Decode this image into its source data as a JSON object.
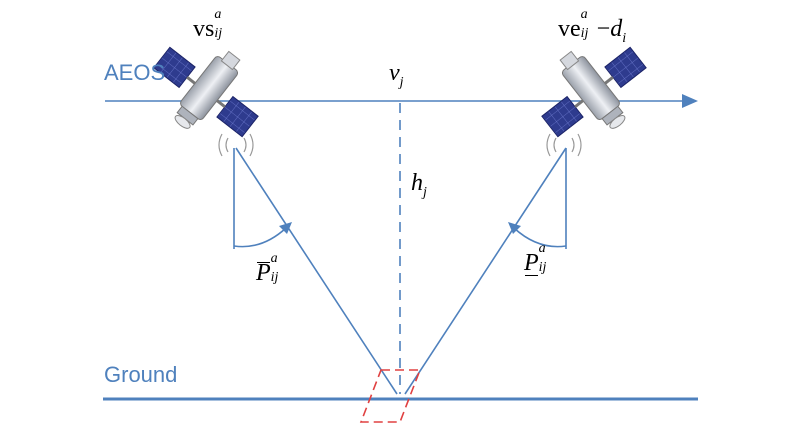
{
  "diagram": {
    "colors": {
      "line": "#4F81BD",
      "ground": "#4F81BD",
      "ground_label": "#4F81BD",
      "aeos_label": "#4F81BD",
      "target": "#E04040",
      "text": "#000000",
      "panel": "#2E3B8E",
      "body": "#C8CCD4"
    },
    "labels": {
      "aeos": "AEOS",
      "ground": "Ground",
      "velocity": "v",
      "velocity_sub": "j",
      "height": "h",
      "height_sub": "j",
      "start_pre": "vs",
      "start_sup": "a",
      "start_sub": "ij",
      "end_pre": "ve",
      "end_sup": "a",
      "end_sub": "ij",
      "end_minus": "−",
      "end_d": "d",
      "end_d_sub": "i",
      "pitch_max": "P",
      "pitch_max_sup": "a",
      "pitch_max_sub": "ij",
      "pitch_min": "P",
      "pitch_min_sup": "a",
      "pitch_min_sub": "ij"
    },
    "icons": {
      "satellite_start": "satellite-icon",
      "satellite_end": "satellite-icon",
      "signal_start": "signal-waves-icon",
      "signal_end": "signal-waves-icon"
    }
  }
}
